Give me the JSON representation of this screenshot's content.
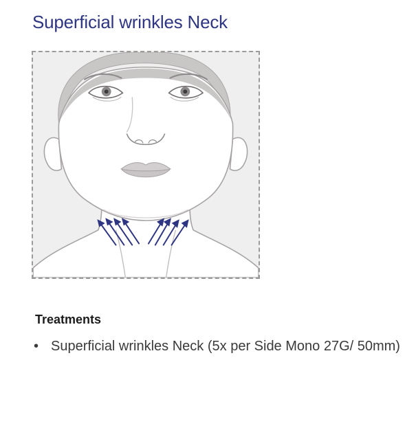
{
  "page": {
    "title": "Superficial wrinkles Neck",
    "title_color": "#2e3582"
  },
  "illustration": {
    "arrow_color": "#2e3582",
    "outline_color": "#9c9a9c",
    "frame_style": "dashed"
  },
  "treatments": {
    "heading": "Treatments",
    "items": [
      {
        "bullet": "•",
        "text": "Superficial wrinkles Neck (5x per Side Mono 27G/ 50mm)"
      }
    ]
  }
}
